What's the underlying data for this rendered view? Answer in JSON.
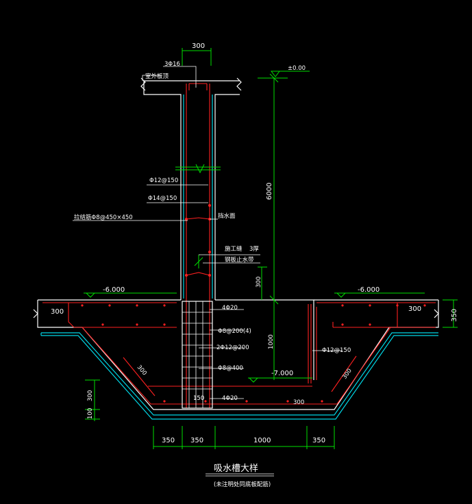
{
  "colors": {
    "background": "#000000",
    "concrete": "#ffffff",
    "waterproof": "#00d7e6",
    "rebar": "#ff2020",
    "dimension": "#00e000"
  },
  "labels": {
    "top_width": "300",
    "top_bars": "3Φ16",
    "outdoor_slab": "室外板顶",
    "level_zero": "±0.00",
    "height_6000": "6000",
    "wall_bar_1": "Φ12@150",
    "wall_bar_2": "Φ14@150",
    "tie_bar": "拉结筋Φ8@450×450",
    "waterstop_face": "挡水面",
    "construction_joint": "施工缝",
    "construction_joint_3": "3厚",
    "steel_waterstop": "钢板止水带",
    "dim_300_joint": "300",
    "level_left": "-6.000",
    "level_right": "-6.000",
    "slab_left_thk": "300",
    "slab_right_thk": "300",
    "dim_350_right": "350",
    "bar_4phi20_top": "4Φ20",
    "stirrup": "Φ8@200(4)",
    "side_bar": "2Φ12@200",
    "bar_phi8_400": "Φ8@400",
    "bar_phi12_150": "Φ12@150",
    "height_1000": "1000",
    "level_pit": "-7.000",
    "slope_left": "300",
    "slope_right": "300",
    "dim_150": "150",
    "bar_4phi20_bot": "4Φ20",
    "bottom_300": "300",
    "dim_300_left": "300",
    "dim_100_left": "100",
    "dim_350_a": "350",
    "dim_350_b": "350",
    "dim_1000": "1000",
    "dim_350_c": "350",
    "title": "吸水槽大样",
    "subtitle": "(未注明处同底板配筋)"
  }
}
